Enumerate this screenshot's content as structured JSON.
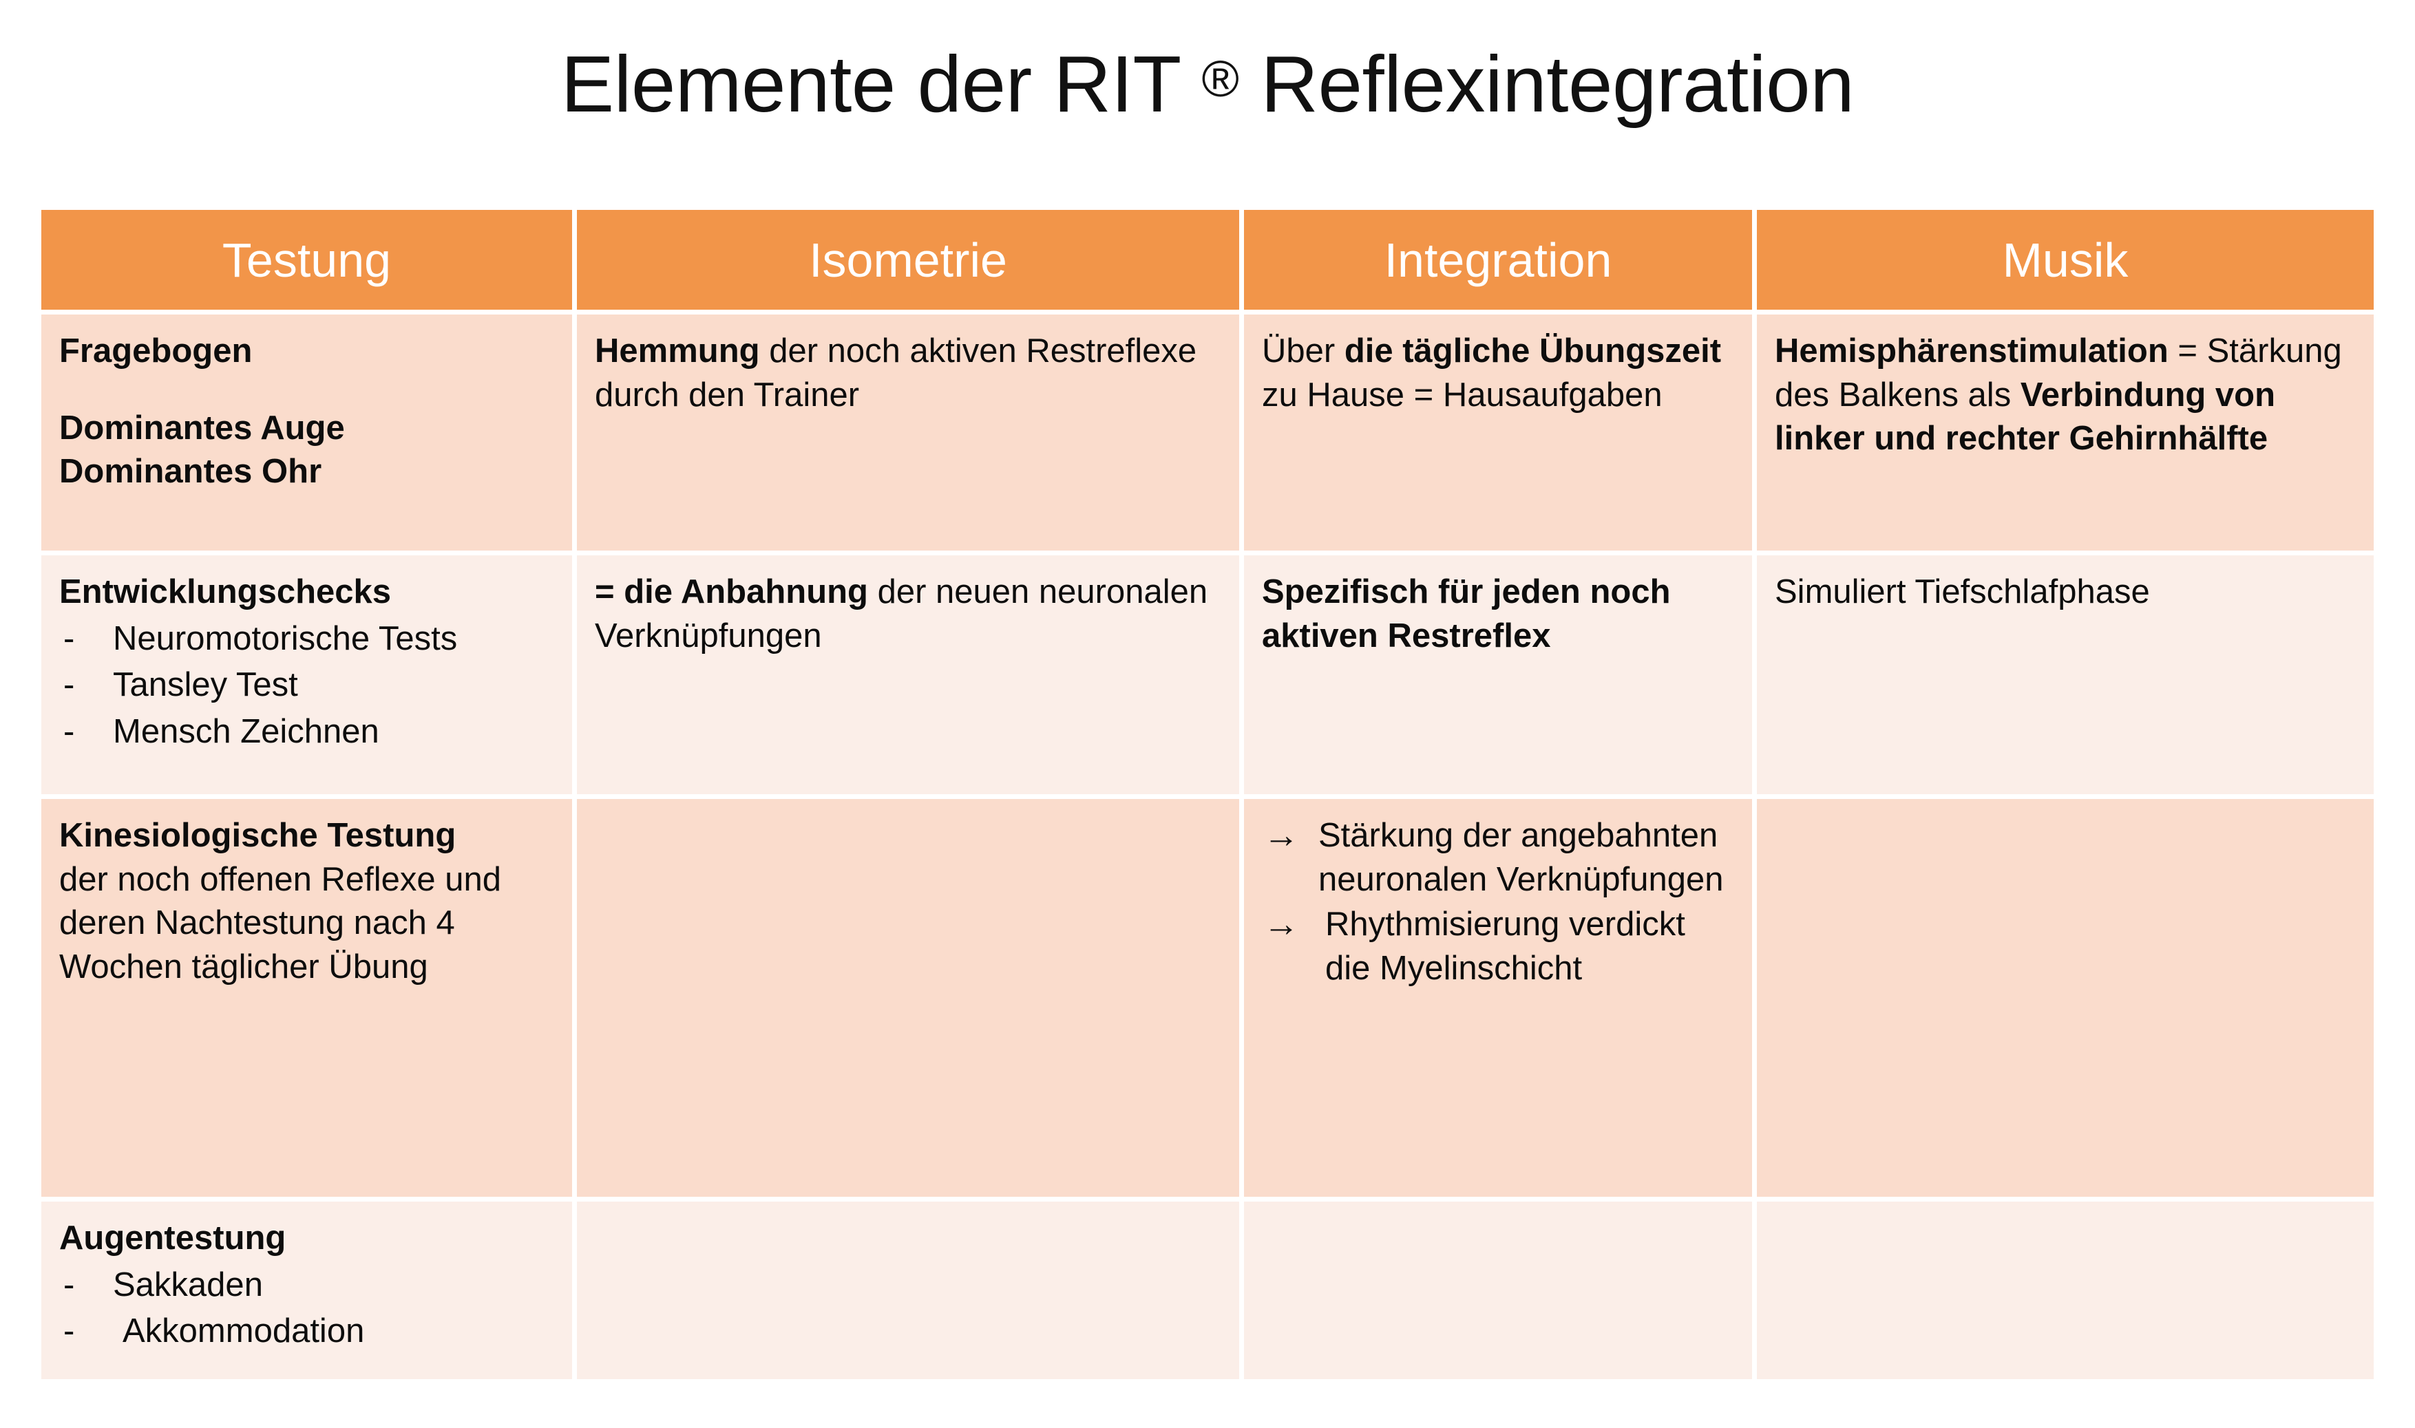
{
  "title": {
    "before": "Elemente der RIT ",
    "registered": "®",
    "after": " Reflexintegration",
    "full": "Elemente der RIT ® Reflexintegration"
  },
  "colors": {
    "header_orange": "#F29549",
    "row_dark": "#FADCCC",
    "row_light": "#FBEEE8",
    "header_text": "#FFFFFF",
    "body_text": "#0D0D0D",
    "page_background": "#FFFFFF"
  },
  "table": {
    "headers": [
      {
        "label": "Testung"
      },
      {
        "label": "Isometrie"
      },
      {
        "label": "Integration"
      },
      {
        "label": "Musik"
      }
    ],
    "rows": [
      {
        "shade": "dark",
        "cells": {
          "testung": {
            "line1_bold": "Fragebogen",
            "line2_bold": "Dominantes Auge",
            "line3_bold": "Dominantes Ohr"
          },
          "isometrie": {
            "bold": "Hemmung",
            "rest": " der noch aktiven Restreflexe durch den Trainer"
          },
          "integration": {
            "part1": "Über ",
            "bold": "die tägliche Übungszeit",
            "part2": " zu Hause = Hausaufgaben"
          },
          "musik": {
            "bold1": "Hemisphärenstimulation",
            "mid": " = Stärkung des Balkens als ",
            "bold2": "Verbindung von linker und rechter Gehirnhälfte"
          }
        }
      },
      {
        "shade": "light",
        "cells": {
          "testung": {
            "heading_bold": "Entwicklungschecks",
            "items": [
              "Neuromotorische Tests",
              "Tansley Test",
              "Mensch Zeichnen"
            ],
            "dash": "-"
          },
          "isometrie": {
            "part1": "=  die ",
            "bold": "Anbahnung",
            "part2": " der neuen neuronalen Verknüpfungen"
          },
          "integration": {
            "bold": "Spezifisch für jeden noch aktiven Restreflex"
          },
          "musik": {
            "text": "Simuliert Tiefschlafphase"
          }
        }
      },
      {
        "shade": "dark",
        "cells": {
          "testung": {
            "bold": "Kinesiologische Testung",
            "rest": "der noch offenen Reflexe und deren Nachtestung nach 4 Wochen täglicher Übung"
          },
          "isometrie": {
            "text": ""
          },
          "integration": {
            "arrow": "→",
            "items": [
              "Stärkung der angebahnten neuronalen Verknüpfungen",
              " Rhythmisierung verdickt die Myelinschicht"
            ]
          },
          "musik": {
            "text": ""
          }
        }
      },
      {
        "shade": "light",
        "cells": {
          "testung": {
            "heading_bold": "Augentestung",
            "dash": "-",
            "items": [
              "Sakkaden",
              " Akkommodation"
            ]
          },
          "isometrie": {
            "text": ""
          },
          "integration": {
            "text": ""
          },
          "musik": {
            "text": ""
          }
        }
      }
    ]
  }
}
